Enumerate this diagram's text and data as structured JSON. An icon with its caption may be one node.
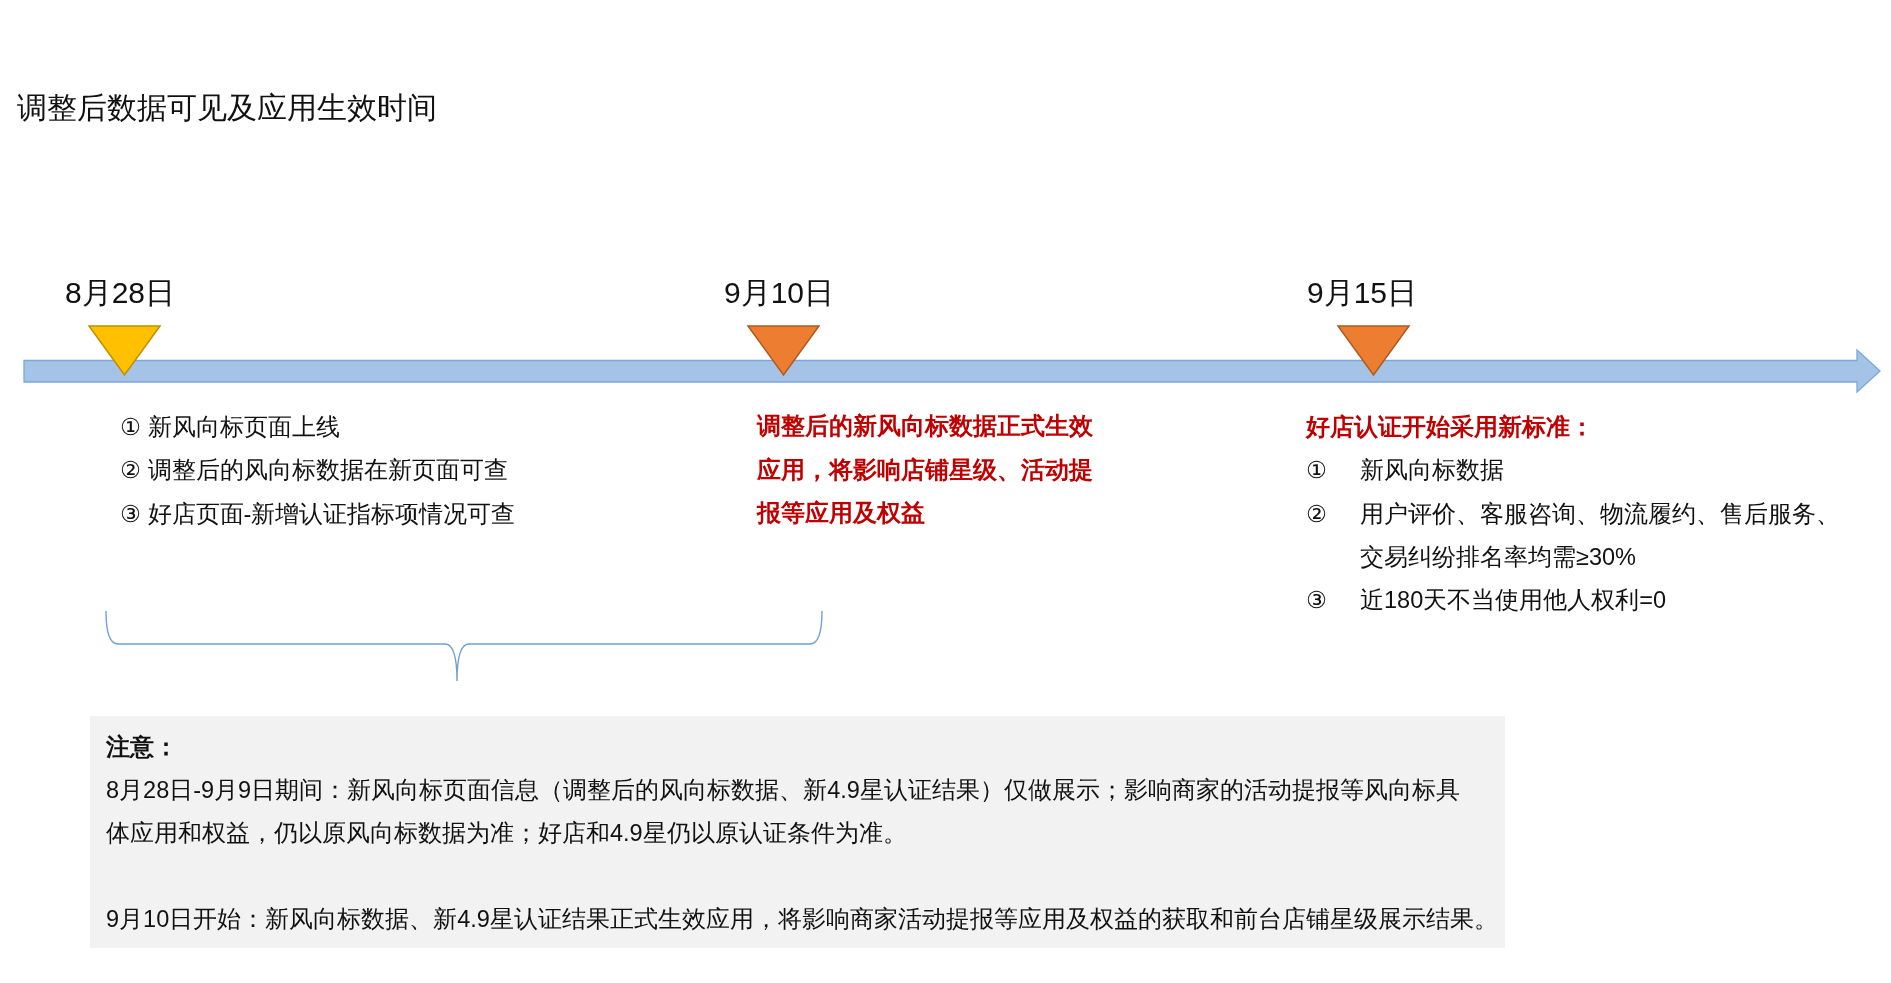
{
  "diagram": {
    "title": "调整后数据可见及应用生效时间",
    "nodes": [
      {
        "text": [
          "注意：",
          "8月28日-9月9日期间：新风向标页面信息（调整后的风向标数据、新4.9星认证结果）仅做展示；影响商家的活动提报等风向标具体应用和权益，仍以原风向标数据为准；好店和4.9星仍以原认证条件为准。",
          "9月10日开始：新风向标数据、新4.9星认证结果正式生效应用，将影响商家活动提报等应用及权益的获取和前台店铺星级展示结果。"
        ]
      }
    ],
    "labels": [
      "8月28日",
      "9月10日",
      "9月15日",
      "① 新风向标页面上线",
      "② 调整后的风向标数据在新页面可查",
      "③ 好店页面-新增认证指标项情况可查",
      "调整后的新风向标数据正式生效应用，将影响店铺星级、活动提报等应用及权益",
      "好店认证开始采用新标准：",
      "①",
      "新风向标数据",
      "②",
      "用户评价、客服咨询、物流履约、售后服务、交易纠纷排名率均需≥30%",
      "③",
      "近180天不当使用他人权利=0"
    ]
  }
}
